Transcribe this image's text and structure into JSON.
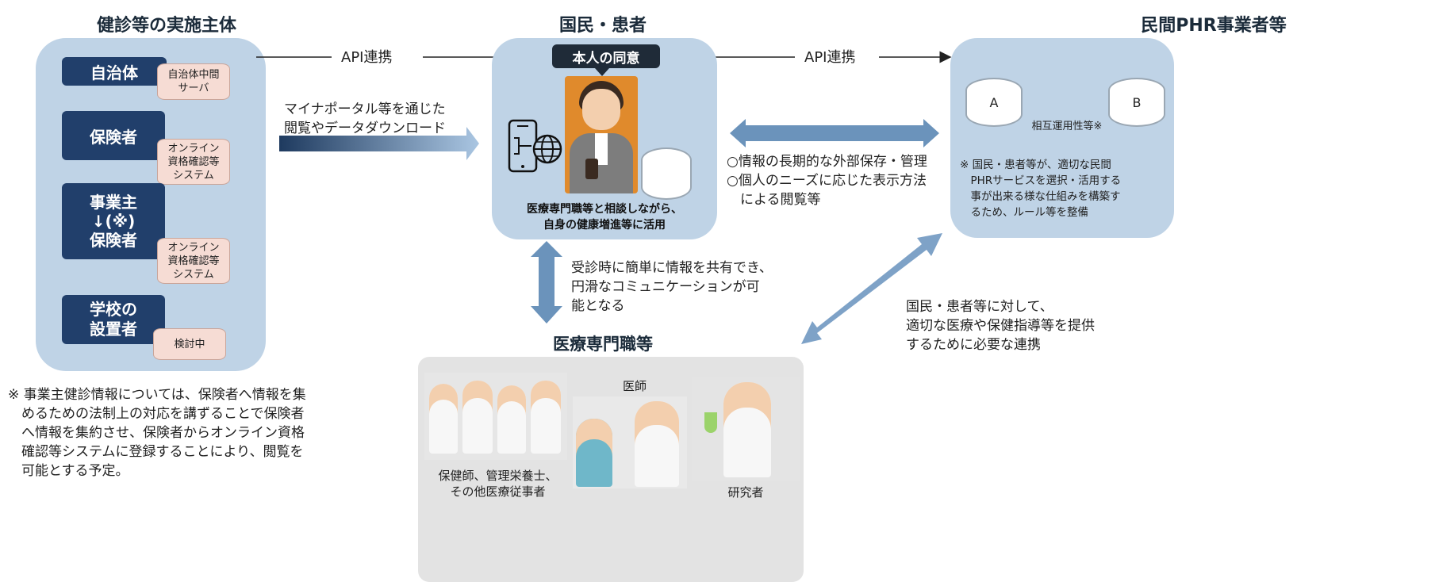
{
  "headers": {
    "left": "健診等の実施主体",
    "center": "国民・患者",
    "right": "民間PHR事業者等",
    "medical": "医療専門職等"
  },
  "left_panel": {
    "entities": [
      {
        "label": "自治体",
        "db": "自治体中間\nサーバ"
      },
      {
        "label": "保険者",
        "db": "オンライン\n資格確認等\nシステム"
      },
      {
        "label": "事業主\n↓(※)\n保険者",
        "db": "オンライン\n資格確認等\nシステム"
      },
      {
        "label": "学校の\n設置者",
        "db": "検討中"
      }
    ],
    "note": "※ 事業主健診情報については、保険者へ情報を集\n　めるための法制上の対応を講ずることで保険者\n　へ情報を集約させ、保険者からオンライン資格\n　確認等システムに登録することにより、閲覧を\n　可能とする予定。"
  },
  "links": {
    "api_left": "API連携",
    "api_right": "API連携",
    "portal": "マイナポータル等を通じた\n閲覧やデータダウンロード",
    "storage": "○情報の長期的な外部保存・管理\n○個人のニーズに応じた表示方法\n　による閲覧等",
    "consult": "受診時に簡単に情報を共有でき、\n円滑なコミュニケーションが可\n能となる",
    "phr_medical": "国民・患者等に対して、\n適切な医療や保健指導等を提供\nするために必要な連携"
  },
  "center_panel": {
    "consent": "本人の同意",
    "caption": "医療専門職等と相談しながら、\n自身の健康増進等に活用"
  },
  "right_panel": {
    "db_a": "A",
    "db_b": "B",
    "interop": "相互運用性等※",
    "note": "※ 国民・患者等が、適切な民間\n　PHRサービスを選択・活用する\n　事が出来る様な仕組みを構築す\n　るため、ルール等を整備"
  },
  "medical_panel": {
    "group1": "保健師、管理栄養士、\nその他医療従事者",
    "group2": "医師",
    "group3": "研究者"
  },
  "colors": {
    "panel_blue": "#bfd3e6",
    "navy": "#213f6b",
    "db_pink": "#f6dcd4",
    "arrow_blue": "#4f7fae"
  }
}
